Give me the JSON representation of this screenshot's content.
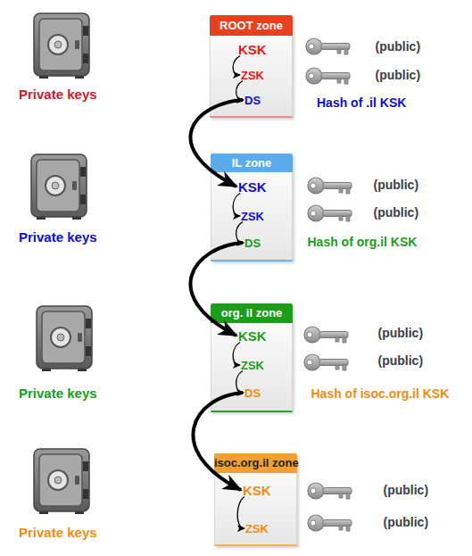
{
  "diagram": {
    "nodes": [
      {
        "text": [
          "ROOT zone"
        ]
      },
      {
        "text": [
          "KSK"
        ],
        "in": 0
      },
      {
        "text": [
          "ZSK"
        ],
        "in": 0
      },
      {
        "text": [
          "DS"
        ],
        "in": 0
      },
      {
        "text": [
          "IL zone"
        ]
      },
      {
        "text": [
          "KSK"
        ],
        "in": 4
      },
      {
        "text": [
          "ZSK"
        ],
        "in": 4
      },
      {
        "text": [
          "DS"
        ],
        "in": 4
      },
      {
        "text": [
          "org. il zone"
        ]
      },
      {
        "text": [
          "KSK"
        ],
        "in": 8
      },
      {
        "text": [
          "ZSK"
        ],
        "in": 8
      },
      {
        "text": [
          "DS"
        ],
        "in": 8
      },
      {
        "text": [
          "isoc.org.il zone"
        ]
      },
      {
        "text": [
          "KSK"
        ],
        "in": 12
      },
      {
        "text": [
          "ZSK"
        ],
        "in": 12
      }
    ],
    "edges": [
      {
        "from": 1,
        "to": 2,
        "arrow": "to"
      },
      {
        "from": 2,
        "to": 3,
        "arrow": "to"
      },
      {
        "from": 3,
        "to": 5,
        "arrow": "to"
      },
      {
        "from": 5,
        "to": 6,
        "arrow": "to"
      },
      {
        "from": 6,
        "to": 7,
        "arrow": "to"
      },
      {
        "from": 7,
        "to": 9,
        "arrow": "to"
      },
      {
        "from": 9,
        "to": 10,
        "arrow": "to"
      },
      {
        "from": 10,
        "to": 11,
        "arrow": "to"
      },
      {
        "from": 11,
        "to": 13,
        "arrow": "to"
      },
      {
        "from": 13,
        "to": 14,
        "arrow": "to"
      }
    ],
    "labels": [
      "Private keys",
      "(public)",
      "(public)",
      "Hash of .il KSK",
      "Private keys",
      "(public)",
      "(public)",
      "Hash of org.il KSK",
      "Private keys",
      "(public)",
      "(public)",
      "Hash of isoc.org.il KSK",
      "Private keys",
      "(public)",
      "(public)"
    ]
  }
}
